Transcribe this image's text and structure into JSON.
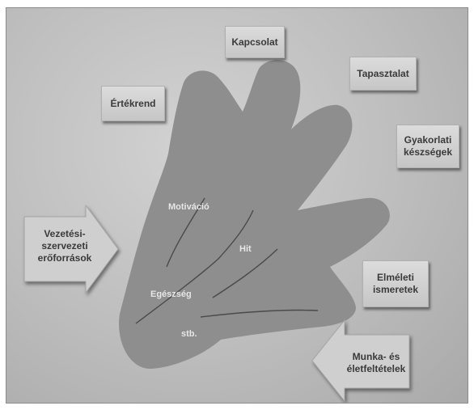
{
  "labels": {
    "ertekrend": "Értékrend",
    "kapcsolat": "Kapcsolat",
    "tapasztalat": "Tapasztalat",
    "gyakorlati_line1": "Gyakorlati",
    "gyakorlati_line2": "készségek",
    "elmeleti_line1": "Elméleti",
    "elmeleti_line2": "ismeretek",
    "vezetesi_line1": "Vezetési-",
    "vezetesi_line2": "szervezeti",
    "vezetesi_line3": "erőforrások",
    "munka_line1": "Munka- és",
    "munka_line2": "életfeltételek"
  },
  "palm": {
    "motivacio": "Motiváció",
    "hit": "Hit",
    "egeszseg": "Egészség",
    "stb": "stb."
  }
}
